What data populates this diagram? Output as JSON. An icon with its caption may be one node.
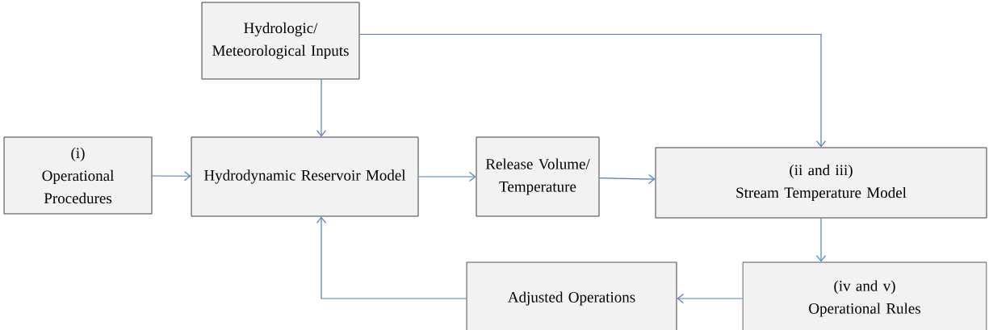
{
  "diagram": {
    "nodes": [
      {
        "text": [
          "Hydrologic/ Meteorological Inputs"
        ]
      },
      {
        "text": [
          "(i)",
          "Operational Procedures"
        ]
      },
      {
        "text": [
          "Hydrodynamic Reservoir Model"
        ]
      },
      {
        "text": [
          "Release Volume/ Temperature"
        ]
      },
      {
        "text": [
          "(ii and iii)",
          "Stream Temperature Model"
        ]
      },
      {
        "text": [
          "(iv and v)",
          "Operational Rules"
        ]
      },
      {
        "text": [
          "Adjusted Operations"
        ]
      }
    ],
    "edges": [
      {
        "from": 0,
        "to": 2,
        "arrow": "to"
      },
      {
        "from": 0,
        "to": 4,
        "arrow": "to"
      },
      {
        "from": 1,
        "to": 2,
        "arrow": "to"
      },
      {
        "from": 2,
        "to": 3,
        "arrow": "to"
      },
      {
        "from": 3,
        "to": 4,
        "arrow": "to"
      },
      {
        "from": 4,
        "to": 5,
        "arrow": "to"
      },
      {
        "from": 5,
        "to": 6,
        "arrow": "to"
      },
      {
        "from": 6,
        "to": 2,
        "arrow": "to"
      }
    ]
  }
}
